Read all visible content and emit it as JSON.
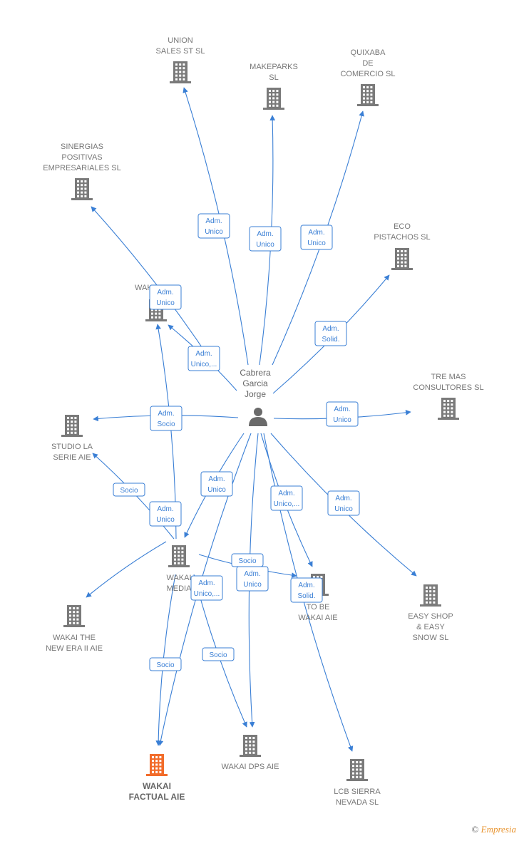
{
  "colors": {
    "edge": "#3a7fd5",
    "company": "#7a7a7a",
    "highlight": "#f26c2a",
    "label": "#777777"
  },
  "person": {
    "id": "cabrera",
    "label": [
      "Cabrera",
      "Garcia",
      "Jorge"
    ],
    "icon": "person-icon"
  },
  "nodes": [
    {
      "id": "union",
      "label": [
        "UNION",
        "SALES ST SL"
      ],
      "highlight": false
    },
    {
      "id": "makeparks",
      "label": [
        "MAKEPARKS",
        "SL"
      ],
      "highlight": false
    },
    {
      "id": "quixaba",
      "label": [
        "QUIXABA",
        "DE",
        "COMERCIO SL"
      ],
      "highlight": false
    },
    {
      "id": "sinergias",
      "label": [
        "SINERGIAS",
        "POSITIVAS",
        "EMPRESARIALES SL"
      ],
      "highlight": false
    },
    {
      "id": "eco",
      "label": [
        "ECO",
        "PISTACHOS  SL"
      ],
      "highlight": false
    },
    {
      "id": "wakai_the",
      "label": [
        "WAKAI THE"
      ],
      "highlight": false
    },
    {
      "id": "tremas",
      "label": [
        "TRE MAS",
        "CONSULTORES SL"
      ],
      "highlight": false
    },
    {
      "id": "studio",
      "label": [
        "STUDIO LA",
        "SERIE AIE"
      ],
      "highlight": false
    },
    {
      "id": "wakai_media",
      "label": [
        "WAKAI",
        "MEDIA"
      ],
      "highlight": false
    },
    {
      "id": "tobe",
      "label": [
        "TO BE",
        "WAKAI AIE"
      ],
      "highlight": false
    },
    {
      "id": "easyshop",
      "label": [
        "EASY SHOP",
        "& EASY",
        "SNOW SL"
      ],
      "highlight": false
    },
    {
      "id": "newera",
      "label": [
        "WAKAI THE",
        "NEW ERA II AIE"
      ],
      "highlight": false
    },
    {
      "id": "factual",
      "label": [
        "WAKAI",
        "FACTUAL AIE"
      ],
      "highlight": true
    },
    {
      "id": "dps",
      "label": [
        "WAKAI DPS AIE"
      ],
      "highlight": false
    },
    {
      "id": "lcb",
      "label": [
        "LCB SIERRA",
        "NEVADA  SL"
      ],
      "highlight": false
    }
  ],
  "edges": [
    {
      "from": "cabrera",
      "to": "union",
      "label": [
        "Adm.",
        "Unico"
      ]
    },
    {
      "from": "cabrera",
      "to": "makeparks",
      "label": [
        "Adm.",
        "Unico"
      ]
    },
    {
      "from": "cabrera",
      "to": "quixaba",
      "label": [
        "Adm.",
        "Unico"
      ]
    },
    {
      "from": "cabrera",
      "to": "sinergias",
      "label": [
        "Adm.",
        "Unico"
      ]
    },
    {
      "from": "cabrera",
      "to": "eco",
      "label": [
        "Adm.",
        "Solid."
      ]
    },
    {
      "from": "cabrera",
      "to": "wakai_the",
      "label": [
        "Adm.",
        "Unico,..."
      ]
    },
    {
      "from": "cabrera",
      "to": "tremas",
      "label": [
        "Adm.",
        "Unico"
      ]
    },
    {
      "from": "cabrera",
      "to": "studio",
      "label": [
        "Adm.",
        "Socio"
      ]
    },
    {
      "from": "cabrera",
      "to": "wakai_media",
      "label": [
        "Adm.",
        "Unico"
      ]
    },
    {
      "from": "cabrera",
      "to": "tobe",
      "label": [
        "Adm.",
        "Unico,..."
      ]
    },
    {
      "from": "cabrera",
      "to": "easyshop",
      "label": [
        "Adm.",
        "Unico"
      ]
    },
    {
      "from": "cabrera",
      "to": "dps",
      "label": [
        "Adm.",
        "Unico"
      ]
    },
    {
      "from": "cabrera",
      "to": "factual",
      "label": [
        "Adm.",
        "Unico,..."
      ]
    },
    {
      "from": "cabrera",
      "to": "lcb",
      "label": [
        "Adm.",
        "Solid."
      ]
    },
    {
      "from": "wakai_media",
      "to": "studio",
      "label": [
        "Socio"
      ]
    },
    {
      "from": "wakai_media",
      "to": "wakai_the",
      "label": [
        "Adm.",
        "Unico"
      ]
    },
    {
      "from": "wakai_media",
      "to": "newera",
      "label": []
    },
    {
      "from": "wakai_media",
      "to": "tobe",
      "label": [
        "Socio"
      ]
    },
    {
      "from": "wakai_media",
      "to": "factual",
      "label": [
        "Socio"
      ]
    },
    {
      "from": "wakai_media",
      "to": "dps",
      "label": [
        "Socio"
      ]
    }
  ],
  "footer": {
    "copyright": "©",
    "brand": "Empresia"
  }
}
